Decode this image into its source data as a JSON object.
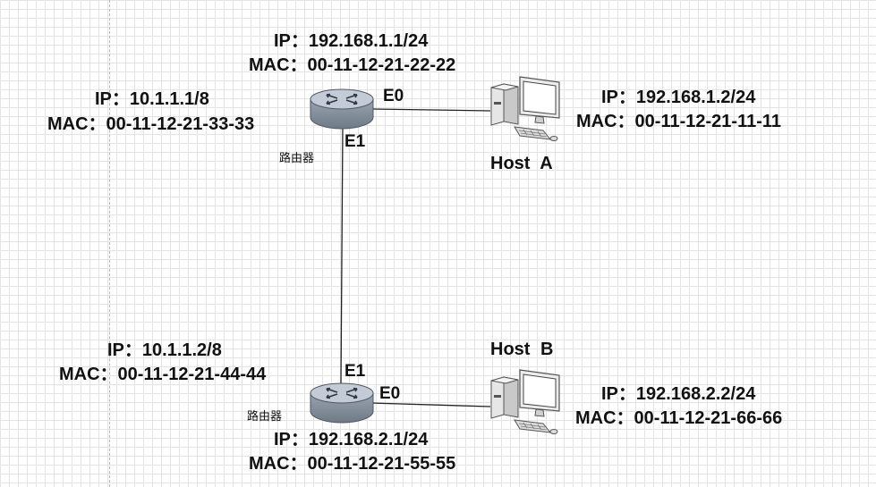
{
  "router_a": {
    "type_label": "路由器",
    "e0": {
      "port": "E0",
      "ip": "IP：192.168.1.1/24",
      "mac": "MAC：00-11-12-21-22-22"
    },
    "e1": {
      "port": "E1",
      "ip": "IP：10.1.1.1/8",
      "mac": "MAC：00-11-12-21-33-33"
    }
  },
  "router_b": {
    "type_label": "路由器",
    "e1": {
      "port": "E1",
      "ip": "IP：10.1.1.2/8",
      "mac": "MAC：00-11-12-21-44-44"
    },
    "e0": {
      "port": "E0",
      "ip": "IP：192.168.2.1/24",
      "mac": "MAC：00-11-12-21-55-55"
    }
  },
  "host_a": {
    "name": "Host A",
    "ip": "IP：192.168.1.2/24",
    "mac": "MAC：00-11-12-21-11-11"
  },
  "host_b": {
    "name": "Host B",
    "ip": "IP：192.168.2.2/24",
    "mac": "MAC：00-11-12-21-66-66"
  },
  "colors": {
    "router_top": "#b9c3cf",
    "router_body": "#8e99a6",
    "link": "#222222"
  },
  "icons": {
    "router": "router-icon",
    "host": "desktop-computer-icon"
  }
}
